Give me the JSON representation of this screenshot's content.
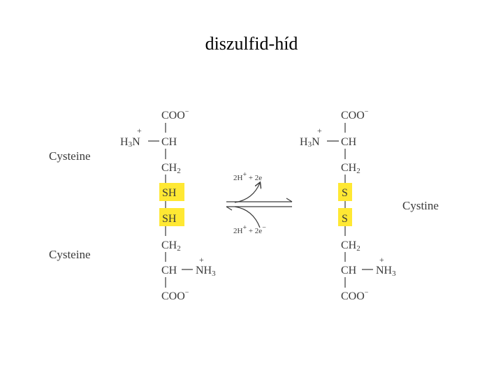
{
  "title": "diszulfid-híd",
  "colors": {
    "highlight": "#ffe833",
    "ink": "#3a3a3a"
  },
  "labels": {
    "cysteine_top": "Cysteine",
    "cysteine_bottom": "Cysteine",
    "cystine": "Cystine"
  },
  "left": {
    "coo_top": "COO",
    "coo_top_charge": "−",
    "h3n": "H",
    "h3n_sub": "3",
    "h3n_n": "N",
    "h3n_charge": "+",
    "ch_top": "CH",
    "ch2_top": "CH",
    "ch2_top_sub": "2",
    "sh_top": "SH",
    "sh_bottom": "SH",
    "ch2_bottom": "CH",
    "ch2_bottom_sub": "2",
    "ch_bottom": "CH",
    "nh3": "NH",
    "nh3_sub": "3",
    "nh3_charge": "+",
    "coo_bottom": "COO",
    "coo_bottom_charge": "−"
  },
  "right": {
    "coo_top": "COO",
    "coo_top_charge": "−",
    "h3n": "H",
    "h3n_sub": "3",
    "h3n_n": "N",
    "h3n_charge": "+",
    "ch_top": "CH",
    "ch2_top": "CH",
    "ch2_top_sub": "2",
    "s_top": "S",
    "s_bottom": "S",
    "ch2_bottom": "CH",
    "ch2_bottom_sub": "2",
    "ch_bottom": "CH",
    "nh3": "NH",
    "nh3_sub": "3",
    "nh3_charge": "+",
    "coo_bottom": "COO",
    "coo_bottom_charge": "−"
  },
  "reaction": {
    "top": "2H",
    "top_charge": "+",
    "top_rest": " + 2e",
    "bottom": "2H",
    "bottom_charge": "+",
    "bottom_rest": " + 2e",
    "bottom_charge_e": "−"
  }
}
